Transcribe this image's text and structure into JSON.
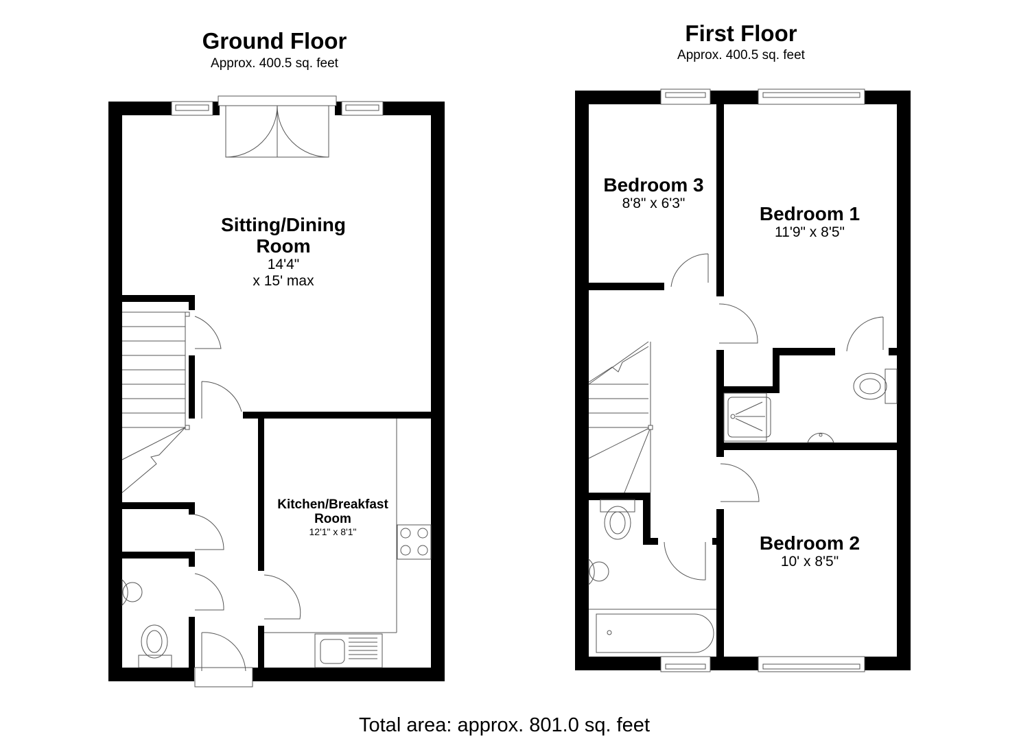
{
  "plan": {
    "total_area_label": "Total area: approx. 801.0 sq. feet",
    "wall_color": "#000000",
    "line_color": "#555555",
    "background": "#ffffff"
  },
  "ground_floor": {
    "title": "Ground Floor",
    "area": "Approx. 400.5 sq. feet",
    "rooms": [
      {
        "name_line1": "Sitting/Dining",
        "name_line2": "Room",
        "dim_line1": "14'4\"",
        "dim_line2": "x 15' max"
      },
      {
        "name_line1": "Kitchen/Breakfast",
        "name_line2": "Room",
        "dim_line1": "12'1\" x 8'1\""
      }
    ],
    "fixtures": [
      "french-doors",
      "window",
      "window",
      "staircase",
      "cupboard",
      "wc",
      "basin",
      "toilet",
      "front-door",
      "hob",
      "sink",
      "worktop"
    ]
  },
  "first_floor": {
    "title": "First Floor",
    "area": "Approx. 400.5 sq. feet",
    "rooms": [
      {
        "name": "Bedroom 3",
        "dim": "8'8\" x 6'3\""
      },
      {
        "name": "Bedroom 1",
        "dim": "11'9\" x 8'5\""
      },
      {
        "name": "Bedroom 2",
        "dim": "10' x 8'5\""
      }
    ],
    "fixtures": [
      "window",
      "window",
      "window",
      "window",
      "staircase",
      "en-suite-shower",
      "en-suite-toilet",
      "en-suite-basin",
      "bathroom-toilet",
      "bathroom-basin",
      "bath"
    ]
  }
}
